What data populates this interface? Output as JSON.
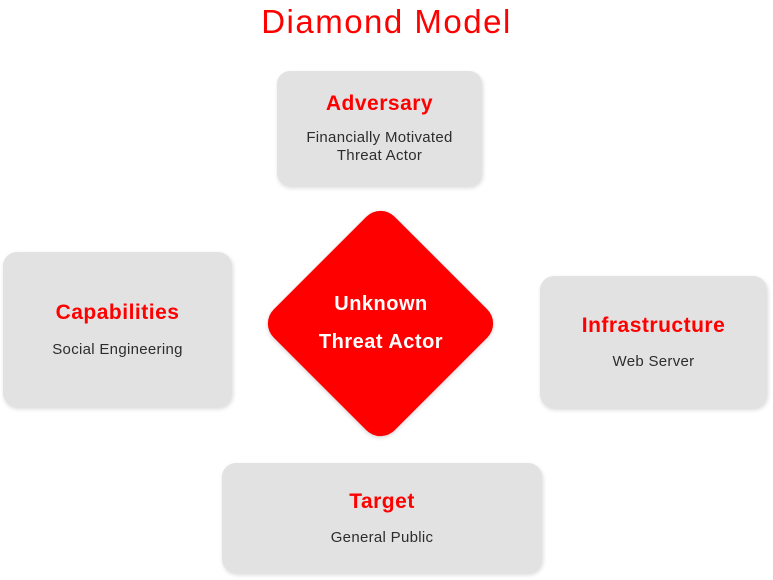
{
  "title": "Diamond Model",
  "colors": {
    "accent_red": "#FF0000",
    "box_background": "#E2E2E2",
    "description_text": "#2D2D2D",
    "diamond_text": "#FFFFFF",
    "page_background": "#FFFFFF"
  },
  "diamond": {
    "line1": "Unknown",
    "line2": "Threat Actor"
  },
  "nodes": {
    "adversary": {
      "label": "Adversary",
      "description": "Financially Motivated Threat Actor"
    },
    "capabilities": {
      "label": "Capabilities",
      "description": "Social Engineering"
    },
    "infrastructure": {
      "label": "Infrastructure",
      "description": "Web Server"
    },
    "target": {
      "label": "Target",
      "description": "General Public"
    }
  }
}
